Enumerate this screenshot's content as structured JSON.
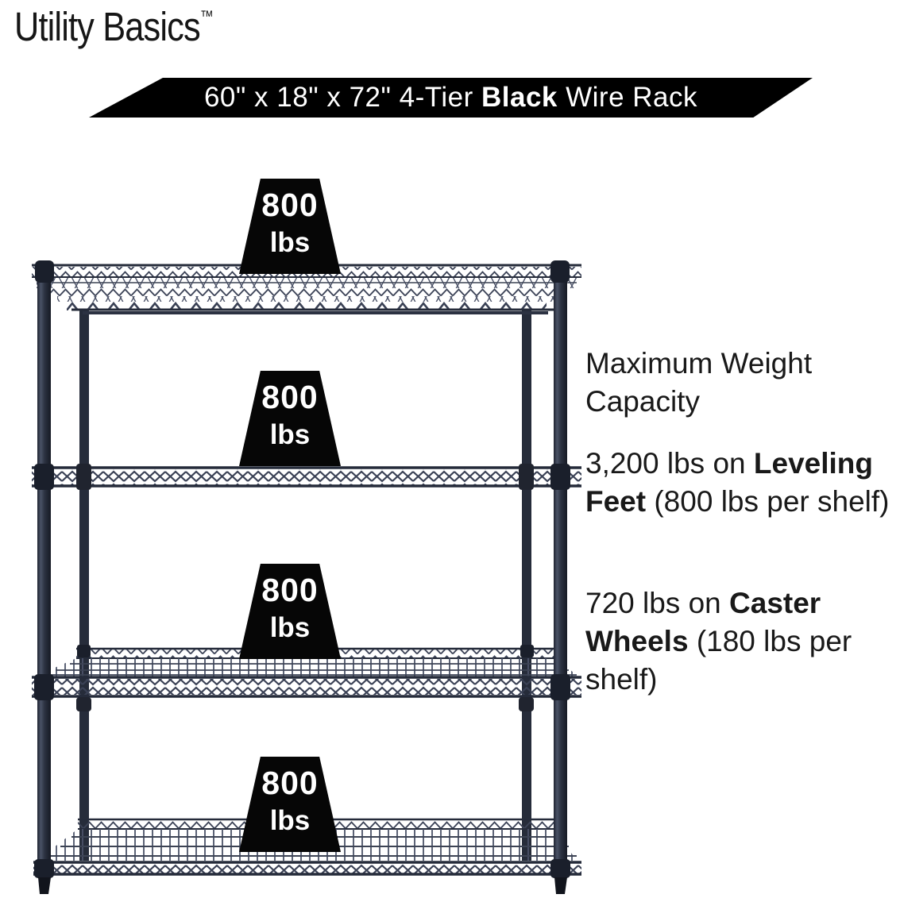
{
  "brand": {
    "name": "Utility Basics",
    "trademark": "™"
  },
  "banner": {
    "prefix": "60\" x 18\" x 72\" 4-Tier ",
    "bold": "Black",
    "suffix": " Wire Rack"
  },
  "badges": [
    {
      "value": "800",
      "unit": "lbs"
    },
    {
      "value": "800",
      "unit": "lbs"
    },
    {
      "value": "800",
      "unit": "lbs"
    },
    {
      "value": "800",
      "unit": "lbs"
    }
  ],
  "info": {
    "title": "Maximum Weight Capacity",
    "leveling": {
      "pre": "3,200 lbs on ",
      "bold": "Leveling Feet",
      "post": " (800 lbs per shelf)"
    },
    "caster": {
      "pre": "720 lbs on ",
      "bold": "Caster Wheels",
      "post": " (180 lbs per shelf)"
    }
  },
  "colors": {
    "background": "#ffffff",
    "banner_bg": "#000000",
    "banner_text": "#ffffff",
    "badge_bg": "#060606",
    "badge_text": "#ffffff",
    "body_text": "#191919",
    "rack_frame": "#2d3344"
  }
}
